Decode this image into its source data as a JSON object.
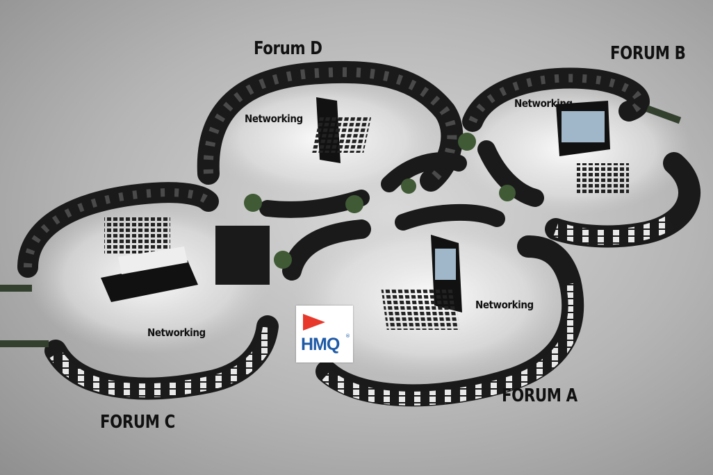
{
  "forums": [
    {
      "name": "Forum D"
    },
    {
      "name": "FORUM B"
    },
    {
      "name": "FORUM C"
    },
    {
      "name": "FORUM A"
    }
  ],
  "networking": [
    {
      "label": "Networking"
    },
    {
      "label": "Networking"
    },
    {
      "label": "Networking"
    },
    {
      "label": "Networking"
    }
  ],
  "logo": {
    "text": "HMQ",
    "mark": "®",
    "icon": "red-play-triangle-icon",
    "brand_red": "#e8382b",
    "brand_blue": "#1f5aa6"
  },
  "colors": {
    "floor": "#c4c4c4",
    "wall": "#1a1a1a",
    "stage_light": "#f2f2f2"
  }
}
